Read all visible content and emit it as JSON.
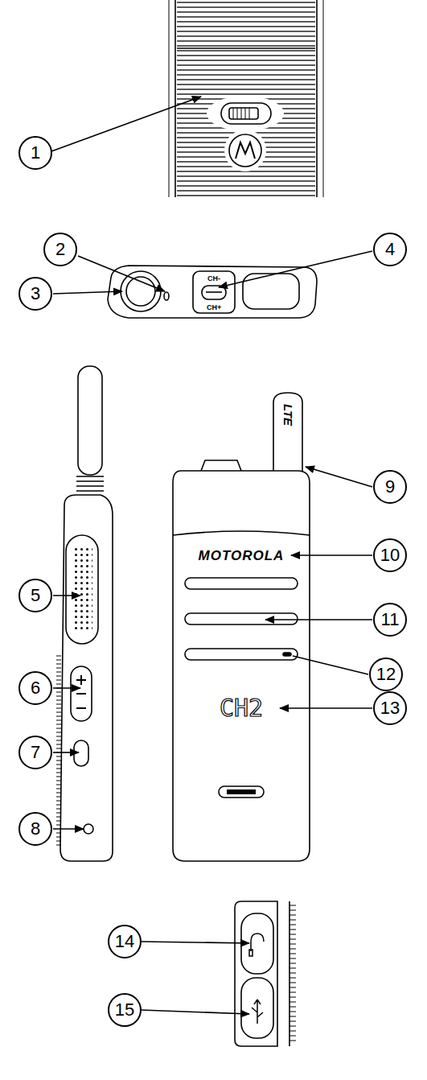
{
  "diagram": {
    "labels": [
      "1",
      "2",
      "3",
      "4",
      "CH-",
      "CH+",
      "5",
      "6",
      "7",
      "8",
      "9",
      "LTE",
      "10",
      "MOTOROLA",
      "11",
      "12",
      "13",
      "CH2",
      "14",
      "15"
    ]
  }
}
